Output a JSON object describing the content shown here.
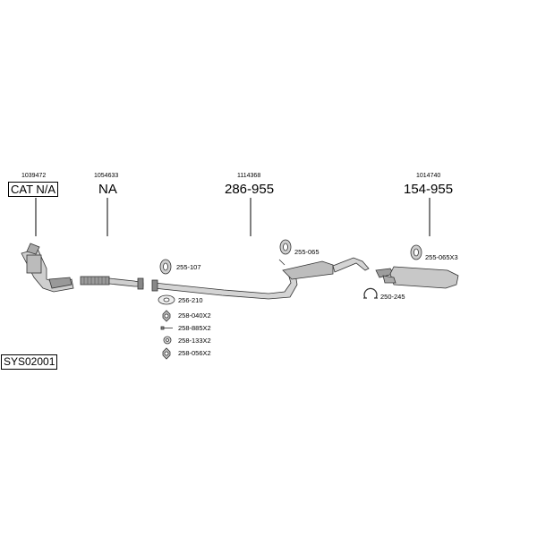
{
  "system_code": "SYS02001",
  "assemblies": [
    {
      "ref": "1039472",
      "part_number": "CAT N/A"
    },
    {
      "ref": "1054633",
      "part_number": "NA"
    },
    {
      "ref": "1114368",
      "part_number": "286-955"
    },
    {
      "ref": "1014740",
      "part_number": "154-955"
    }
  ],
  "fittings": [
    {
      "code": "255-107",
      "icon": "rubber-hanger-icon"
    },
    {
      "code": "256-210",
      "icon": "gasket-icon"
    },
    {
      "code": "258-040X2",
      "icon": "hex-nut-icon"
    },
    {
      "code": "258-885X2",
      "icon": "bolt-icon"
    },
    {
      "code": "258-133X2",
      "icon": "washer-icon"
    },
    {
      "code": "258-056X2",
      "icon": "hex-nut-icon"
    },
    {
      "code": "255-065",
      "icon": "rubber-hanger-icon"
    },
    {
      "code": "255-065X3",
      "icon": "rubber-hanger-icon"
    },
    {
      "code": "250-245",
      "icon": "pipe-clamp-icon"
    }
  ]
}
